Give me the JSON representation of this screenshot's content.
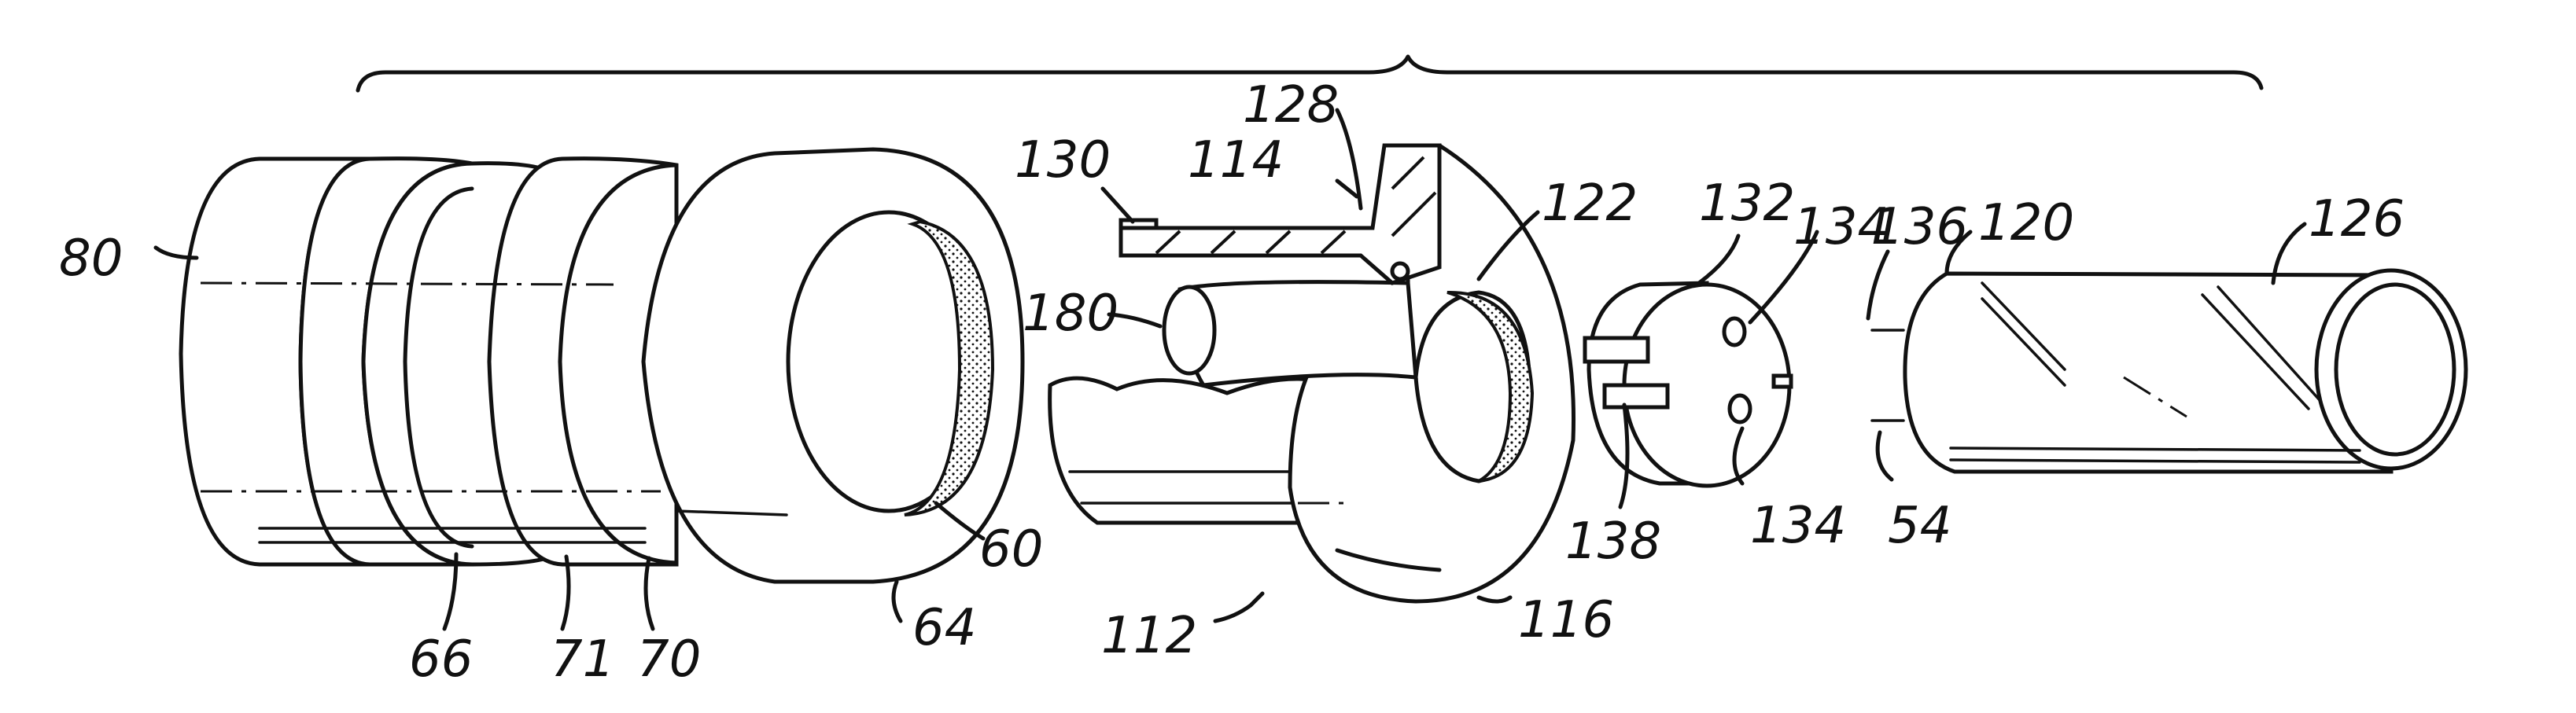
{
  "figure": {
    "labels": {
      "l80": "80",
      "l66": "66",
      "l71": "71",
      "l70": "70",
      "l64": "64",
      "l60": "60",
      "l130": "130",
      "l114": "114",
      "l128": "128",
      "l122": "122",
      "l180": "180",
      "l112": "112",
      "l116": "116",
      "l132": "132",
      "l134a": "134",
      "l136": "136",
      "l120": "120",
      "l126": "126",
      "l138": "138",
      "l134b": "134",
      "l54": "54"
    }
  }
}
